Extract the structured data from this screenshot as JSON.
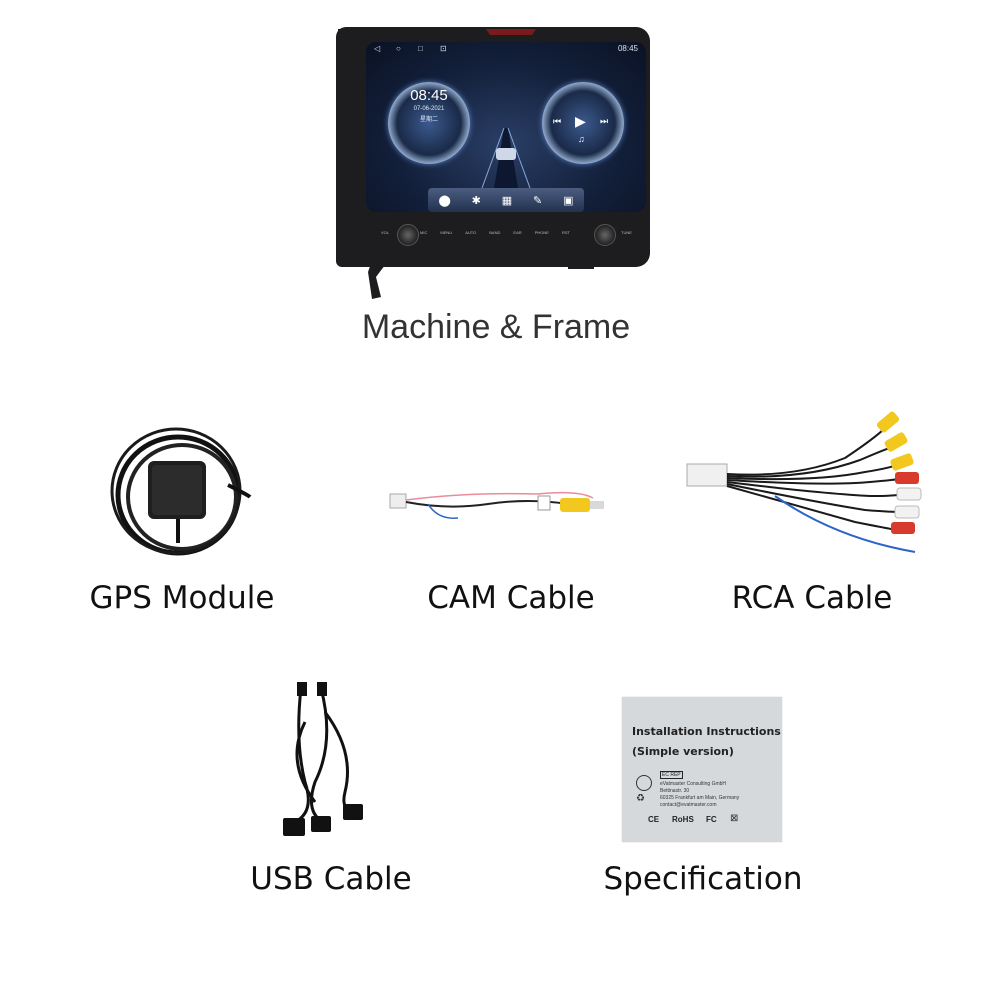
{
  "labels": {
    "machine_frame": "Machine & Frame",
    "gps_module": "GPS Module",
    "cam_cable": "CAM Cable",
    "rca_cable": "RCA Cable",
    "usb_cable": "USB Cable",
    "specification": "Specification"
  },
  "head_unit": {
    "status_time": "08:45",
    "clock_time": "08:45",
    "clock_date": "07-06-2021",
    "clock_day": "星期二",
    "buttons": [
      "MIC",
      "MENU",
      "AUTO",
      "BAND",
      "EAR",
      "PHONE",
      "RST"
    ],
    "knob_left_label": "VOL",
    "knob_right_label": "TUNE"
  },
  "spec_card": {
    "title_line1": "Installation Instructions",
    "title_line2": "(Simple version)",
    "ec_rep": "EC REP",
    "company": "eVatmaster Consulting GmbH",
    "address_line1": "Bettinastr. 30",
    "address_line2": "60325 Frankfurt am Main, Germany",
    "address_line3": "contact@evatmaster.com",
    "marks": [
      "CE",
      "RoHS",
      "FC"
    ]
  },
  "colors": {
    "frame": "#1d1d1f",
    "screen": "#13203b",
    "rca_red": "#d83a2b",
    "rca_yellow": "#f2c81e",
    "rca_white": "#f2f2f2",
    "wire_blue": "#2d64c8",
    "wire_pink": "#e88c9a"
  }
}
